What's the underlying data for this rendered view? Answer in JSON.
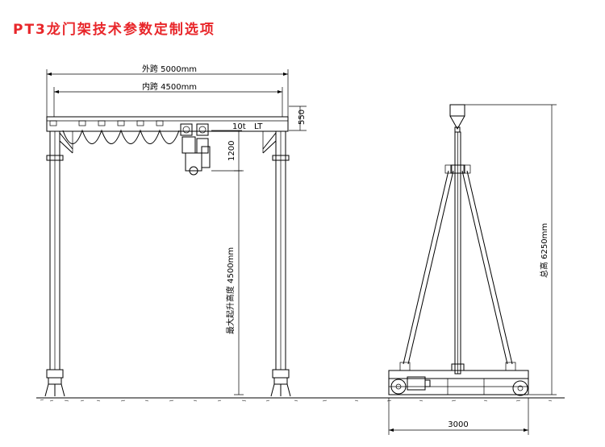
{
  "title": "PT3龙门架技术参数定制选项",
  "dimensions": {
    "outer_span": "外跨 5000mm",
    "inner_span": "内跨 4500mm",
    "beam_height": "550",
    "hoist_drop": "1200",
    "max_lift": "最大起升高度 4500mm",
    "total_height": "总高 6250mm",
    "base_width": "3000"
  },
  "labels": {
    "capacity": "10t",
    "marker": "LT"
  }
}
